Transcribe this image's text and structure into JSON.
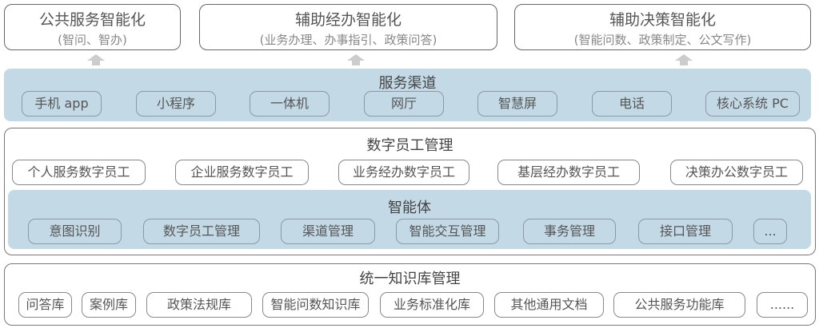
{
  "goals": [
    {
      "title": "公共服务智能化",
      "subtitle": "(智问、智办)"
    },
    {
      "title": "辅助经办智能化",
      "subtitle": "(业务办理、办事指引、政策问答)"
    },
    {
      "title": "辅助决策智能化",
      "subtitle": "(智能问数、政策制定、公文写作)"
    }
  ],
  "channels": {
    "title": "服务渠道",
    "items": [
      "手机 app",
      "小程序",
      "一体机",
      "网厅",
      "智慧屏",
      "电话",
      "核心系统 PC"
    ]
  },
  "digital_employees": {
    "title": "数字员工管理",
    "items": [
      "个人服务数字员工",
      "企业服务数字员工",
      "业务经办数字员工",
      "基层经办数字员工",
      "决策办公数字员工"
    ]
  },
  "agents": {
    "title": "智能体",
    "items": [
      "意图识别",
      "数字员工管理",
      "渠道管理",
      "智能交互管理",
      "事务管理",
      "接口管理",
      "..."
    ]
  },
  "knowledge": {
    "title": "统一知识库管理",
    "items": [
      "问答库",
      "案例库",
      "政策法规库",
      "智能问数知识库",
      "业务标准化库",
      "其他通用文档",
      "公共服务功能库",
      "......"
    ]
  }
}
